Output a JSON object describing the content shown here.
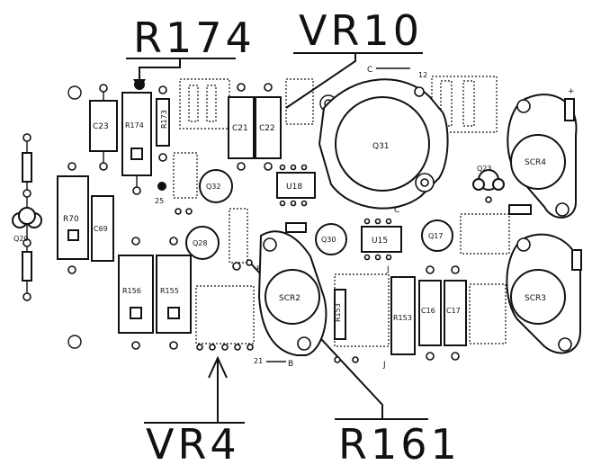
{
  "callouts": {
    "r174": "R174",
    "vr10": "VR10",
    "vr4": "VR4",
    "r161": "R161"
  },
  "components": {
    "c23": "C23",
    "r174_body": "R174",
    "r173": "R173",
    "c21": "C21",
    "c22": "C22",
    "q31": "Q31",
    "q32": "Q32",
    "u18": "U18",
    "q23": "Q23",
    "scr4": "SCR4",
    "r70": "R70",
    "c69": "C69",
    "q28": "Q28",
    "q30": "Q30",
    "u15": "U15",
    "q17": "Q17",
    "q20": "Q20",
    "r156": "R156",
    "r155": "R155",
    "scr2": "SCR2",
    "c16": "C16",
    "c17": "C17",
    "r153": "R153",
    "scr3": "SCR3"
  },
  "markers": {
    "c_top": "C",
    "c_mid": "C",
    "b_mid": "B",
    "b_bot": "B",
    "j_mid": "J",
    "j_bot": "J",
    "n12": "12",
    "n25": "25",
    "n21": "21",
    "plus": "+"
  }
}
